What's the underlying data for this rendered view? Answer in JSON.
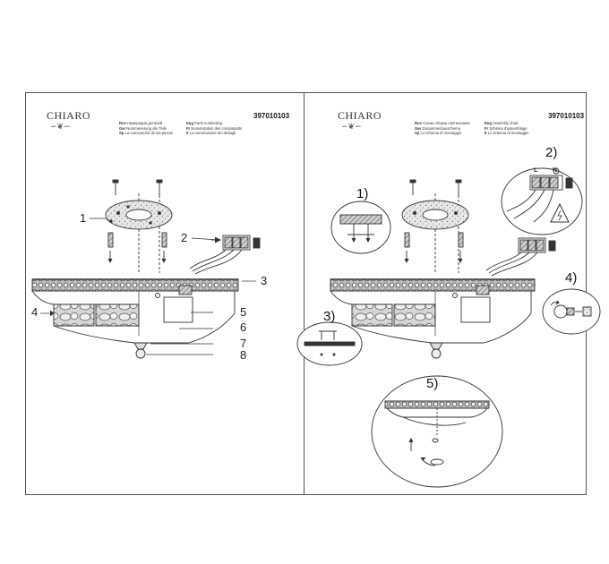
{
  "left_sheet": {
    "brand": "CHIARO",
    "code": "397010103",
    "legend_col1": [
      {
        "lang": "Rus",
        "text": "Нумерация деталей"
      },
      {
        "lang": "Ger",
        "text": "Nummerierung der Teile"
      },
      {
        "lang": "Sp",
        "text": "La numeración de las piezas"
      }
    ],
    "legend_col2": [
      {
        "lang": "Eng",
        "text": "Parts numbering"
      },
      {
        "lang": "Fr",
        "text": "Numérotation des composants"
      },
      {
        "lang": "It",
        "text": "La numerazione dei dettagli"
      }
    ],
    "part_numbers": [
      "1",
      "2",
      "3",
      "4",
      "5",
      "6",
      "7",
      "8"
    ]
  },
  "right_sheet": {
    "brand": "CHIARO",
    "code": "397010103",
    "legend_col1": [
      {
        "lang": "Rus",
        "text": "Схема сборки светильника"
      },
      {
        "lang": "Ger",
        "text": "Zusammenbauschema"
      },
      {
        "lang": "Sp",
        "text": "Lo schema di montaggio"
      }
    ],
    "legend_col2": [
      {
        "lang": "Eng",
        "text": "Assembly chart"
      },
      {
        "lang": "Fr",
        "text": "Schéma d'assemblage"
      },
      {
        "lang": "It",
        "text": "Lo schema di montaggio"
      }
    ],
    "steps": [
      "1)",
      "2)",
      "3)",
      "4)",
      "5)"
    ],
    "terminal_labels": [
      "L",
      "N"
    ]
  }
}
